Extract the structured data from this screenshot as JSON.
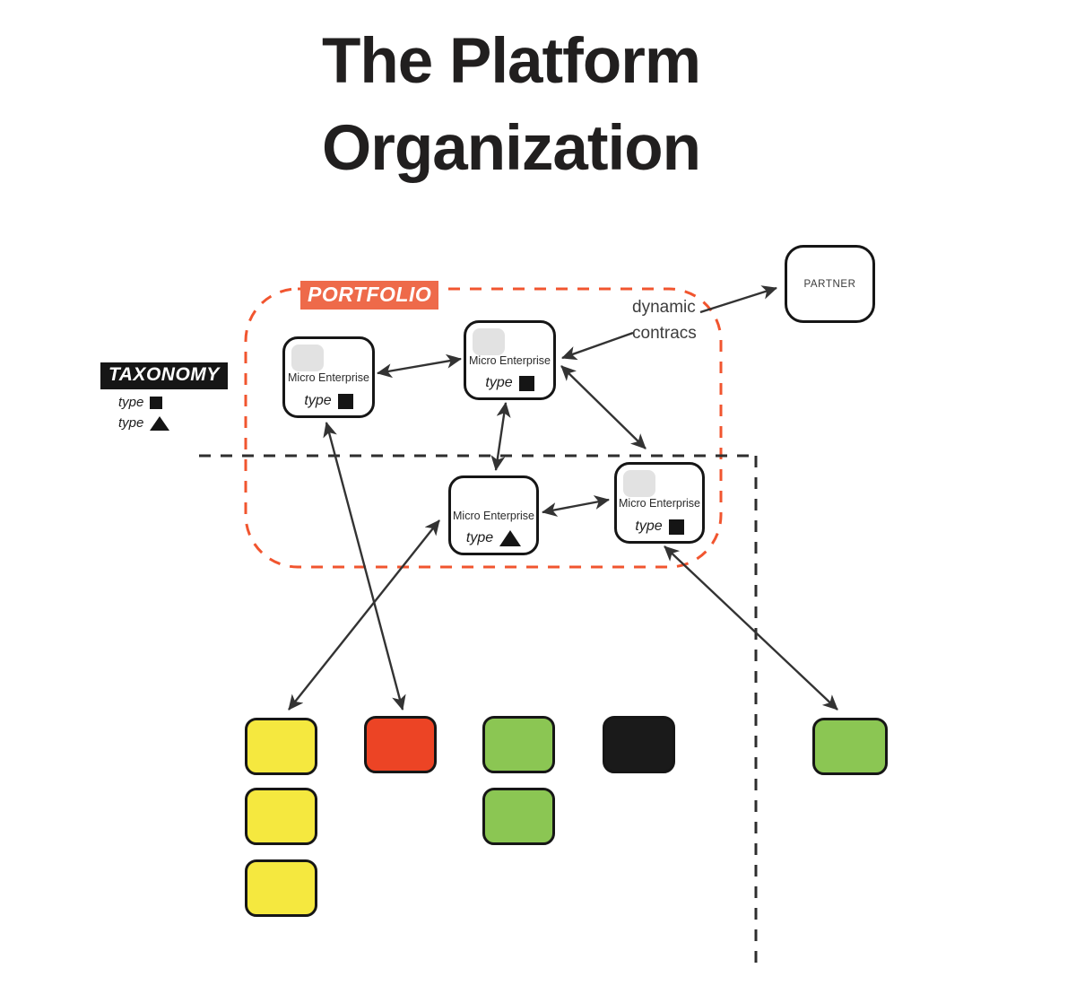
{
  "title": {
    "line1": "The Platform",
    "line2": "Organization"
  },
  "portfolio": {
    "label": "PORTFOLIO"
  },
  "taxonomy": {
    "label": "TAXONOMY",
    "legend": [
      {
        "label": "type",
        "shape": "square"
      },
      {
        "label": "type",
        "shape": "triangle"
      }
    ]
  },
  "nodes": {
    "me1": {
      "label": "Micro Enterprise",
      "type_label": "type",
      "type_shape": "square"
    },
    "me2": {
      "label": "Micro Enterprise",
      "type_label": "type",
      "type_shape": "square"
    },
    "me3": {
      "label": "Micro Enterprise",
      "type_label": "type",
      "type_shape": "triangle"
    },
    "me4": {
      "label": "Micro Enterprise",
      "type_label": "type",
      "type_shape": "square"
    },
    "partner": {
      "label": "PARTNER"
    }
  },
  "edge_label": {
    "line1": "dynamic",
    "line2": "contracs"
  },
  "resource_boxes": [
    {
      "name": "yellow-1",
      "color": "yellow"
    },
    {
      "name": "yellow-2",
      "color": "yellow"
    },
    {
      "name": "yellow-3",
      "color": "yellow"
    },
    {
      "name": "red-1",
      "color": "red"
    },
    {
      "name": "green-1",
      "color": "green"
    },
    {
      "name": "green-2",
      "color": "green"
    },
    {
      "name": "black-1",
      "color": "black"
    },
    {
      "name": "green-3",
      "color": "green"
    }
  ],
  "colors": {
    "yellow": "#f5e83f",
    "red": "#ec4425",
    "green": "#8bc653",
    "black_box": "#1a1a1a",
    "orange_dash": "#f1552f",
    "portfolio_bg": "#ee6a4a",
    "corner_gray": "#e2e2e2",
    "arrow": "#333333",
    "quadrant_line": "#2e2e2e"
  }
}
